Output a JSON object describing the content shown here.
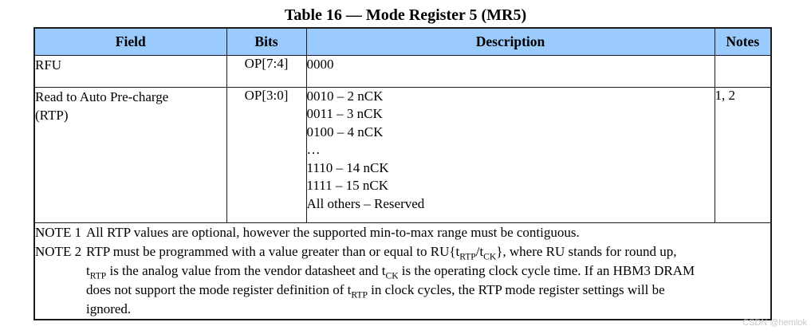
{
  "page": {
    "title": "Table 16 — Mode Register 5 (MR5)",
    "watermark": "CSDN @hemlok"
  },
  "table": {
    "header_bg": "#9ACBFC",
    "border_color": "#1c1c1c",
    "headers": {
      "field": "Field",
      "bits": "Bits",
      "description": "Description",
      "notes": "Notes"
    },
    "rows": [
      {
        "field": "RFU",
        "bits": "OP[7:4]",
        "description": "0000",
        "notes": ""
      },
      {
        "field": "Read to Auto Pre-charge\n(RTP)",
        "bits": "OP[3:0]",
        "description": "0010 – 2 nCK\n0011 – 3 nCK\n0100 – 4 nCK\n…\n1110 – 14 nCK\n1111 – 15 nCK\nAll others – Reserved",
        "notes": "1, 2"
      }
    ],
    "notes": [
      {
        "label": "NOTE 1",
        "text": "All RTP values are optional, however the supported min-to-max range must be contiguous."
      },
      {
        "label": "NOTE 2",
        "text": "RTP must be programmed with a value greater than or equal to RU{t~RTP~/t~CK~}, where RU stands for round up,\nt~RTP~ is the analog value from the vendor datasheet and t~CK~ is the operating clock cycle time. If an HBM3 DRAM\ndoes not support the mode register definition of t~RTP~ in clock cycles, the RTP mode register settings will be\nignored."
      }
    ]
  }
}
